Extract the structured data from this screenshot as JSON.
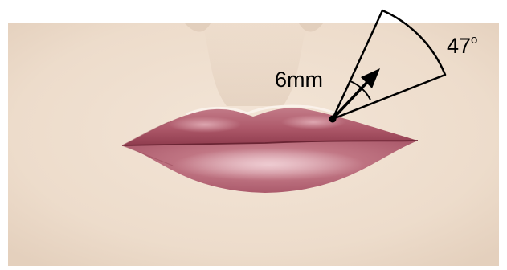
{
  "labels": {
    "distance": "6mm",
    "angle_value": "47",
    "angle_unit": "o"
  },
  "colors": {
    "skin": "#eddccb",
    "lip": "#b4606f",
    "line": "#000000"
  },
  "icons": {
    "arrow": "arrow-icon",
    "point": "insertion-point-icon"
  }
}
